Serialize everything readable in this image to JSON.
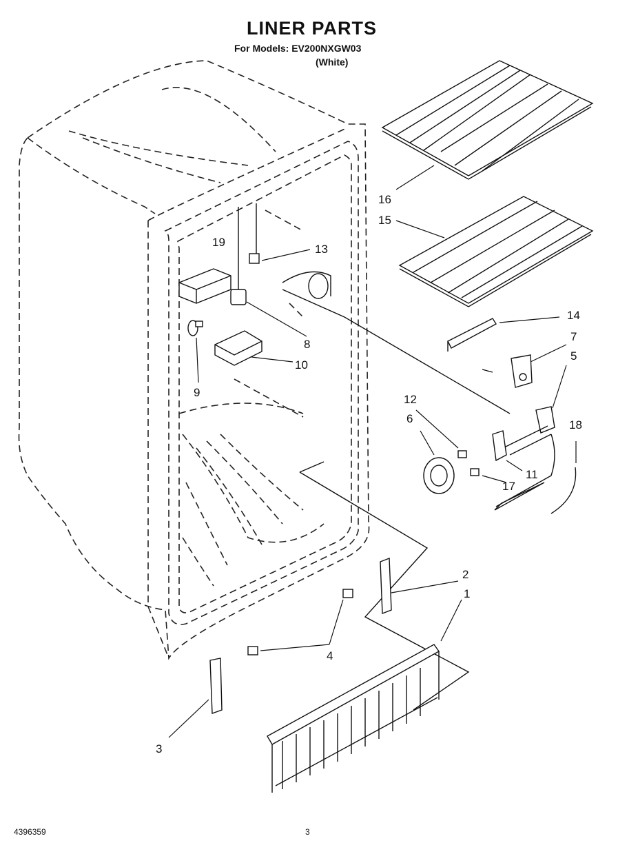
{
  "header": {
    "title": "LINER PARTS",
    "models": "For Models: EV200NXGW03",
    "color": "(White)"
  },
  "footer": {
    "doc_number": "4396359",
    "page": "3"
  },
  "callouts": [
    "1",
    "2",
    "3",
    "4",
    "5",
    "6",
    "7",
    "8",
    "9",
    "10",
    "11",
    "12",
    "13",
    "14",
    "15",
    "16",
    "17",
    "18",
    "19"
  ]
}
